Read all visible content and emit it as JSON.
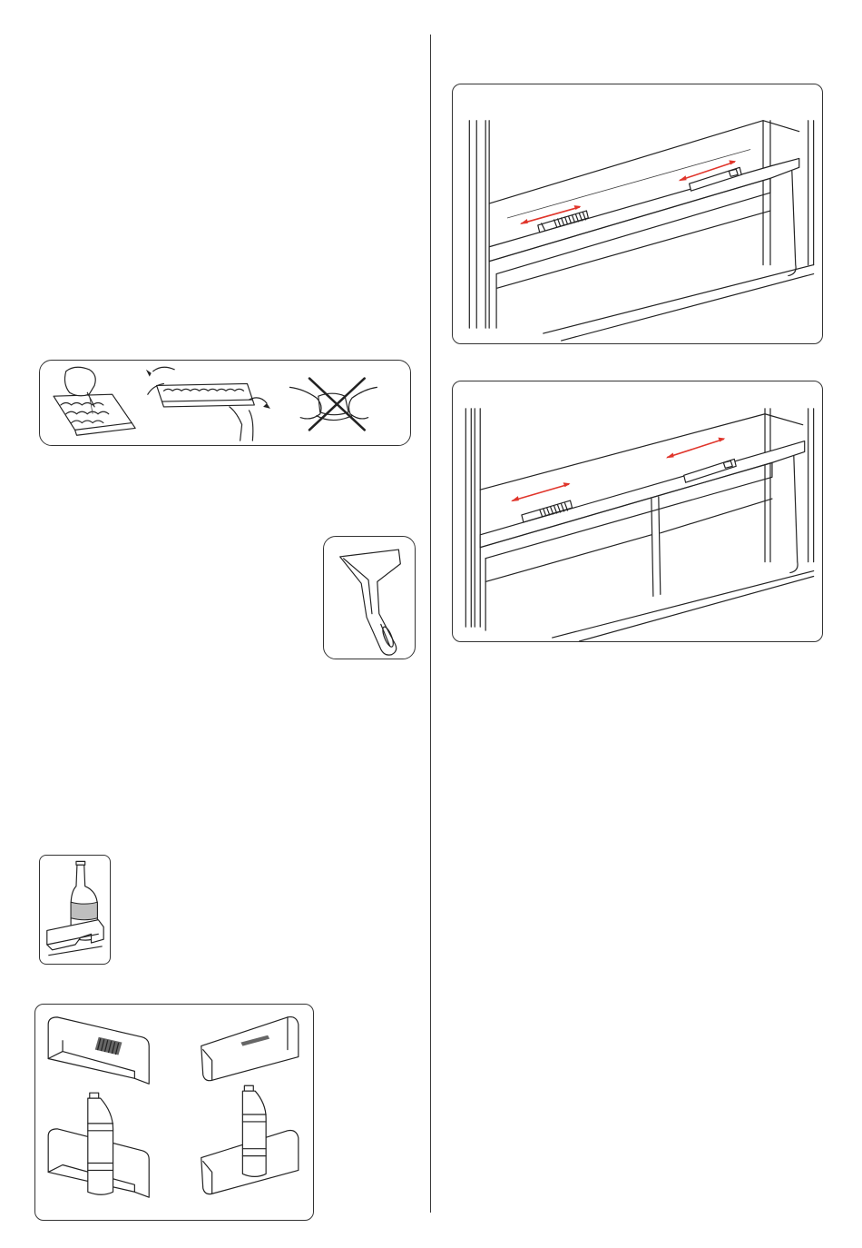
{
  "colors": {
    "line": "#222222",
    "arrow": "#e0352b",
    "panel_border": "#333333",
    "background": "#ffffff"
  },
  "illustrations": [
    {
      "id": "ice-tray",
      "icon": "ice-tray-steps-icon"
    },
    {
      "id": "ice-scraper",
      "icon": "ice-scraper-icon"
    },
    {
      "id": "bottle-holder",
      "icon": "bottle-holder-icon"
    },
    {
      "id": "door-shelves",
      "icon": "door-shelf-icon"
    },
    {
      "id": "drawer-vent-single",
      "icon": "drawer-vent-slider-icon"
    },
    {
      "id": "drawer-vent-double",
      "icon": "drawer-vent-slider-icon"
    }
  ]
}
